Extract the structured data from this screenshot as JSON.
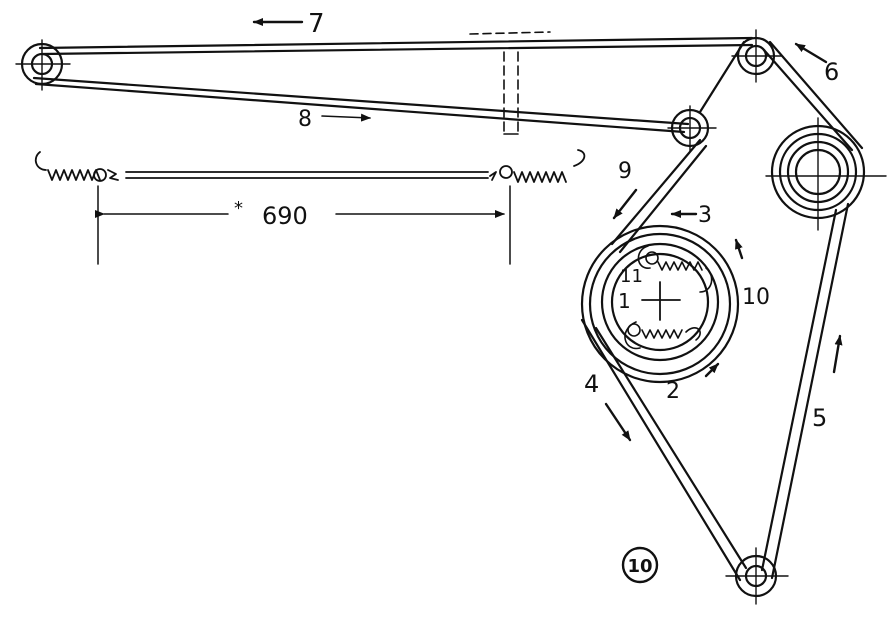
{
  "diagram": {
    "ink_color": "#111111",
    "paper_color": "#ffffff",
    "labels": {
      "l1": "1",
      "l2": "2",
      "l3": "3",
      "l4": "4",
      "l5": "5",
      "l6": "6",
      "l7": "7",
      "l8": "8",
      "l9": "9",
      "l10": "10",
      "l11": "11",
      "dimension": "690",
      "dimension_mark": "*",
      "figure_number": "10"
    }
  }
}
